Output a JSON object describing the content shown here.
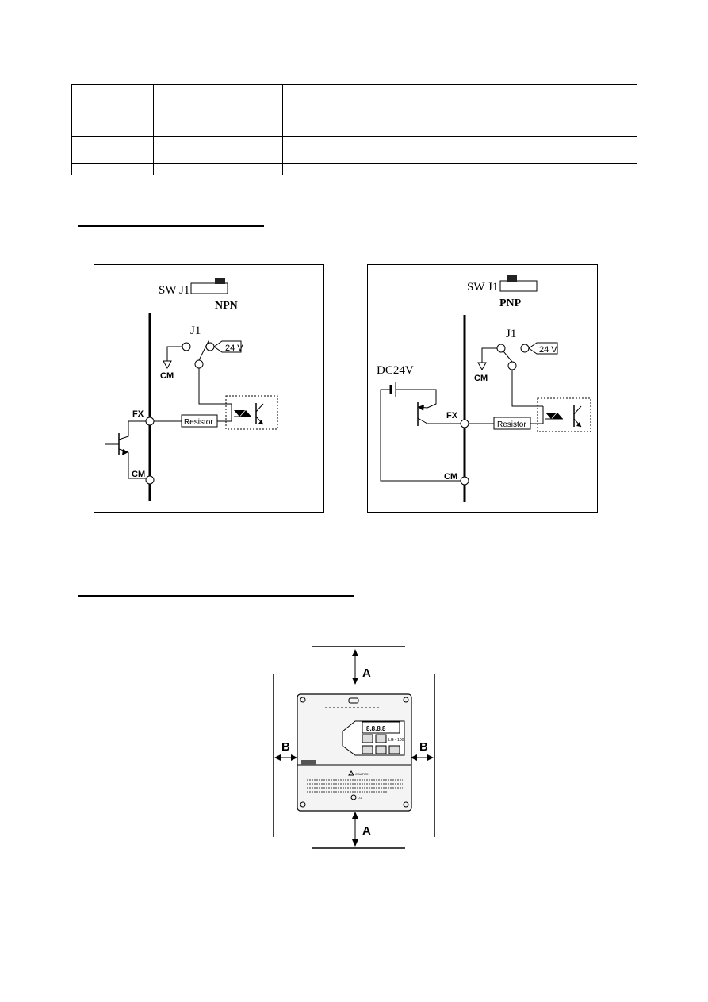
{
  "spec_table": {
    "rows": [
      [
        "",
        "",
        ""
      ],
      [
        "",
        "",
        ""
      ],
      [
        "",
        "",
        ""
      ]
    ]
  },
  "npn": {
    "switch_label": "SW J1",
    "mode": "NPN",
    "jumper": "J1",
    "voltage": "24 V",
    "terminal_cm": "CM",
    "terminal_fx": "FX",
    "resistor": "Resistor"
  },
  "pnp": {
    "switch_label": "SW J1",
    "mode": "PNP",
    "jumper": "J1",
    "voltage": "24 V",
    "supply": "DC24V",
    "terminal_cm": "CM",
    "terminal_fx": "FX",
    "resistor": "Resistor"
  },
  "clearance": {
    "top": "A",
    "bottom": "A",
    "left": "B",
    "right": "B",
    "display": "8.8.8.8",
    "keypad_label": "LG - 100",
    "caution": "CAUTION",
    "logo": "LG"
  }
}
